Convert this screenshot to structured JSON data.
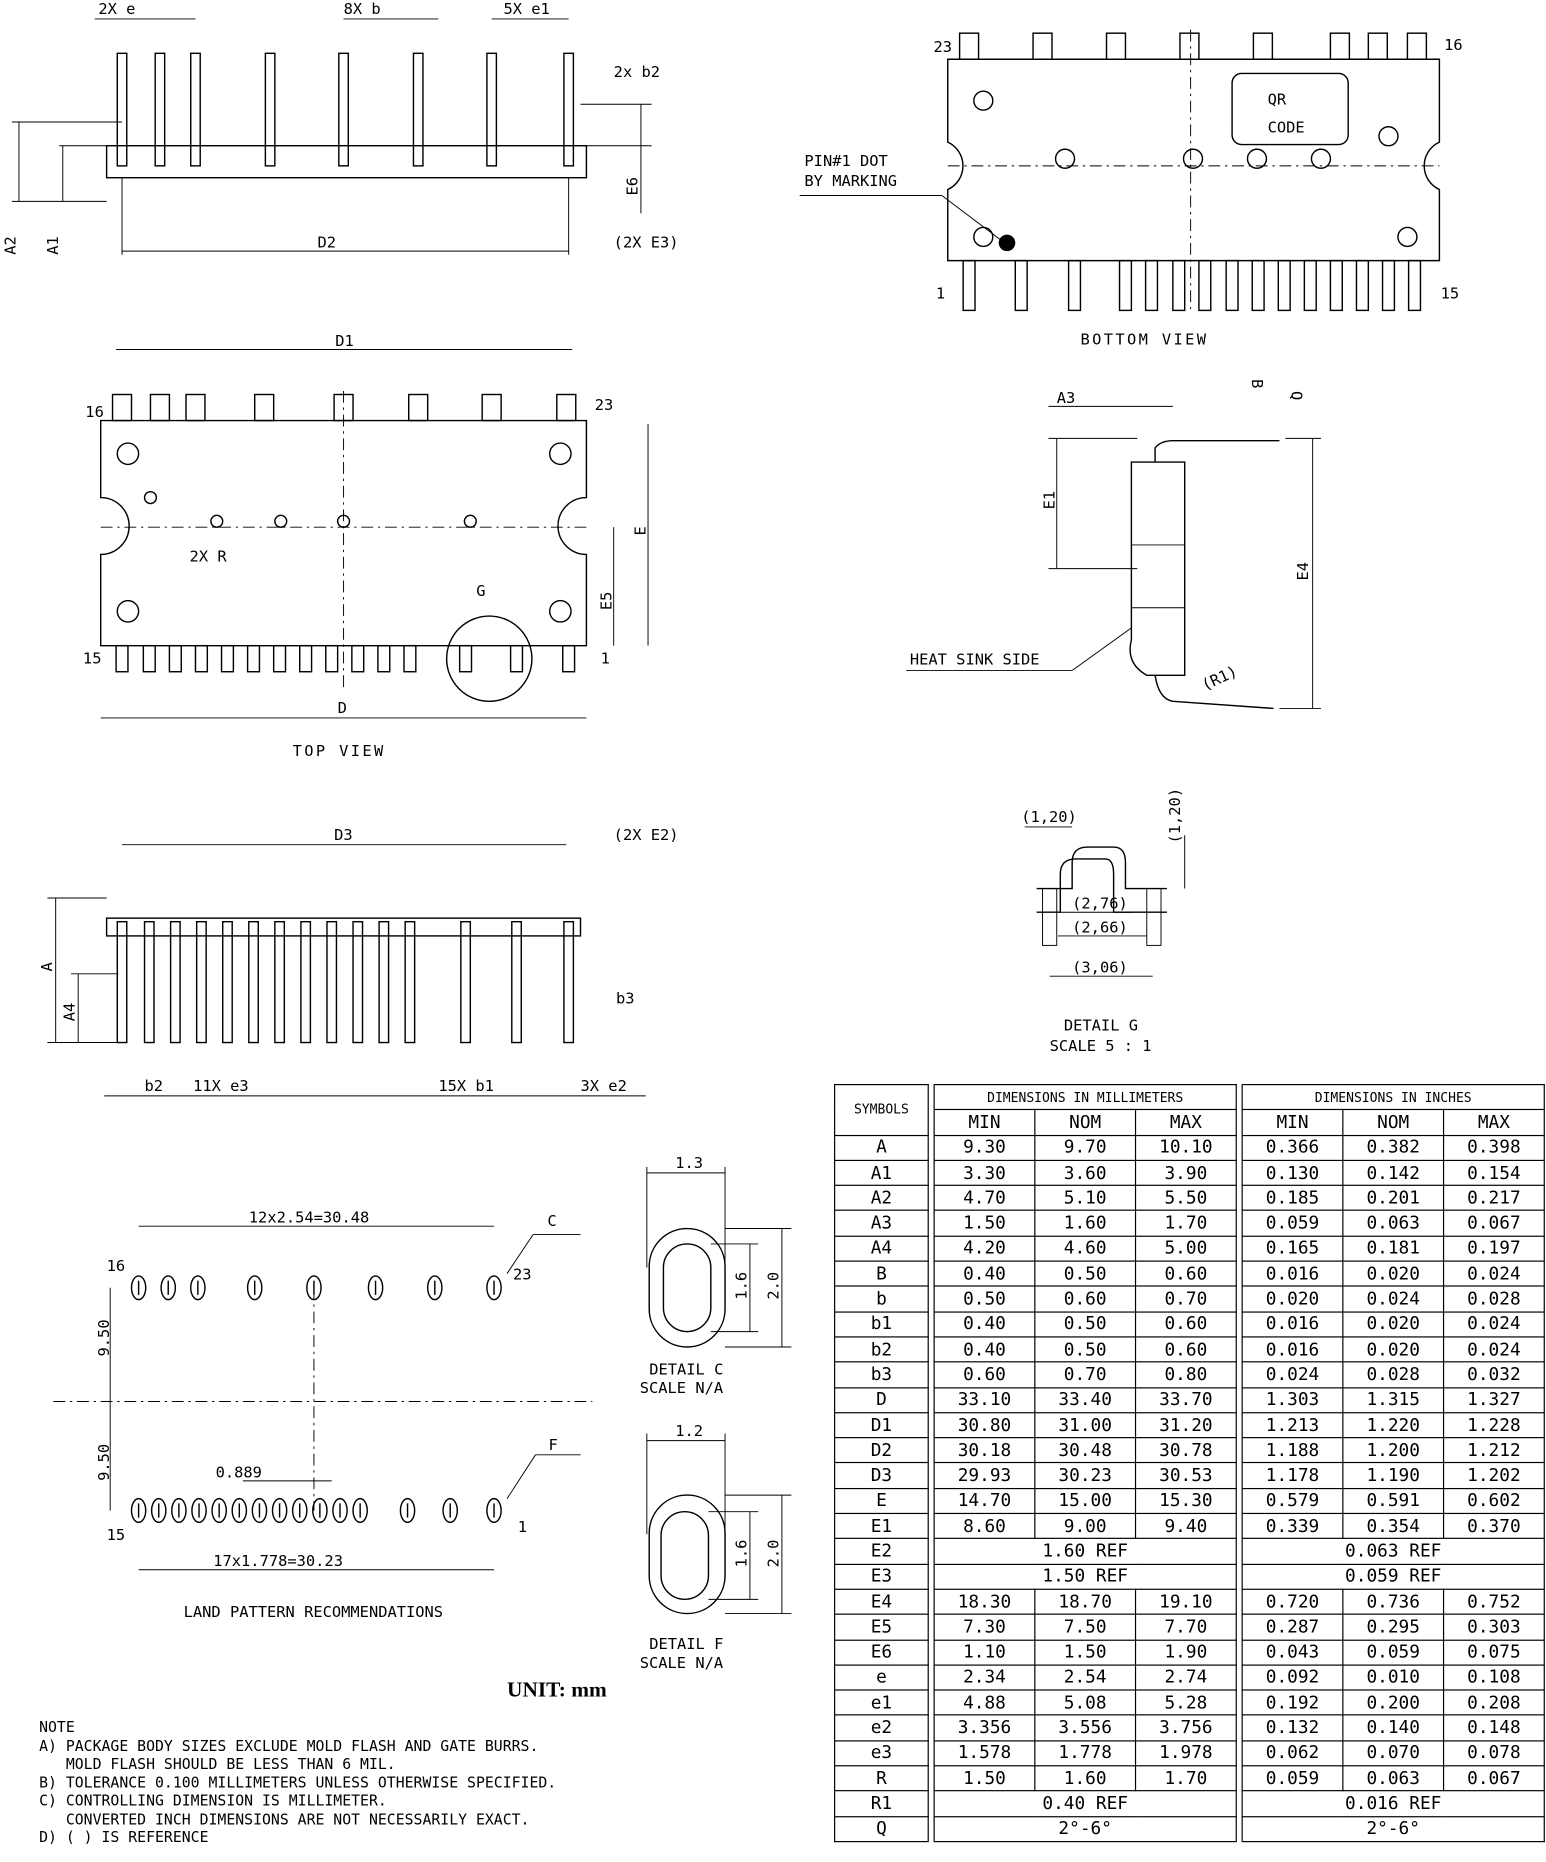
{
  "side_view": {
    "label_2xe": "2X e",
    "label_8xb": "8X b",
    "label_5xe1": "5X e1",
    "label_2xb2": "2x b2",
    "label_e6": "E6",
    "label_a2": "A2",
    "label_a1": "A1",
    "label_d2": "D2",
    "label_2xe3": "(2X E3)"
  },
  "top_view": {
    "label_d1": "D1",
    "pin16": "16",
    "pin23": "23",
    "label_2xr": "2X R",
    "label_e": "E",
    "label_e5": "E5",
    "label_g": "G",
    "pin15": "15",
    "pin1": "1",
    "label_d": "D",
    "title": "TOP VIEW"
  },
  "front_view": {
    "label_d3": "D3",
    "label_2xe2": "(2X E2)",
    "label_a": "A",
    "label_a4": "A4",
    "label_b3": "b3",
    "label_b2": "b2",
    "label_11xe3": "11X e3",
    "label_15xb1": "15X b1",
    "label_3xe2": "3X e2"
  },
  "bottom_view": {
    "pin23": "23",
    "pin16": "16",
    "qr_line1": "QR",
    "qr_line2": "CODE",
    "pin1_line1": "PIN#1 DOT",
    "pin1_line2": "BY MARKING",
    "pin1": "1",
    "pin15": "15",
    "title": "BOTTOM VIEW"
  },
  "end_view": {
    "label_a3": "A3",
    "label_b": "B",
    "label_q": "Q",
    "label_e1": "E1",
    "label_e4": "E4",
    "heat_sink": "HEAT SINK SIDE",
    "label_r1": "(R1)"
  },
  "detail_g": {
    "w1": "(1,20)",
    "h1": "(1,20)",
    "d276": "(2,76)",
    "d266": "(2,66)",
    "d306": "(3,06)",
    "title": "DETAIL G",
    "scale": "SCALE 5 : 1"
  },
  "land_pattern": {
    "top_span": "12x2.54=30.48",
    "callout_c": "C",
    "pin16": "16",
    "pin23": "23",
    "h_top": "9.50",
    "h_bottom": "9.50",
    "offset": "0.889",
    "callout_f": "F",
    "pin15": "15",
    "pin1": "1",
    "bottom_span": "17x1.778=30.23",
    "title": "LAND PATTERN RECOMMENDATIONS"
  },
  "detail_c": {
    "w": "1.3",
    "h1": "1.6",
    "h2": "2.0",
    "title": "DETAIL C",
    "scale": "SCALE N/A"
  },
  "detail_f": {
    "w": "1.2",
    "h1": "1.6",
    "h2": "2.0",
    "title": "DETAIL F",
    "scale": "SCALE N/A"
  },
  "unit": "UNIT: mm",
  "notes": {
    "title": "NOTE",
    "lines": [
      "A) PACKAGE BODY SIZES EXCLUDE MOLD FLASH AND GATE BURRS.",
      "   MOLD FLASH SHOULD BE LESS THAN 6 MIL.",
      "B) TOLERANCE 0.100 MILLIMETERS UNLESS OTHERWISE SPECIFIED.",
      "C) CONTROLLING DIMENSION IS MILLIMETER.",
      "   CONVERTED INCH DIMENSIONS ARE NOT NECESSARILY EXACT.",
      "D) ( ) IS REFERENCE"
    ]
  },
  "table": {
    "symbols_header": "SYMBOLS",
    "mm_header": "DIMENSIONS IN MILLIMETERS",
    "in_header": "DIMENSIONS IN INCHES",
    "cols": [
      "MIN",
      "NOM",
      "MAX"
    ],
    "rows": [
      {
        "s": "A",
        "mm": [
          "9.30",
          "9.70",
          "10.10"
        ],
        "in": [
          "0.366",
          "0.382",
          "0.398"
        ]
      },
      {
        "s": "A1",
        "mm": [
          "3.30",
          "3.60",
          "3.90"
        ],
        "in": [
          "0.130",
          "0.142",
          "0.154"
        ]
      },
      {
        "s": "A2",
        "mm": [
          "4.70",
          "5.10",
          "5.50"
        ],
        "in": [
          "0.185",
          "0.201",
          "0.217"
        ]
      },
      {
        "s": "A3",
        "mm": [
          "1.50",
          "1.60",
          "1.70"
        ],
        "in": [
          "0.059",
          "0.063",
          "0.067"
        ]
      },
      {
        "s": "A4",
        "mm": [
          "4.20",
          "4.60",
          "5.00"
        ],
        "in": [
          "0.165",
          "0.181",
          "0.197"
        ]
      },
      {
        "s": "B",
        "mm": [
          "0.40",
          "0.50",
          "0.60"
        ],
        "in": [
          "0.016",
          "0.020",
          "0.024"
        ]
      },
      {
        "s": "b",
        "mm": [
          "0.50",
          "0.60",
          "0.70"
        ],
        "in": [
          "0.020",
          "0.024",
          "0.028"
        ]
      },
      {
        "s": "b1",
        "mm": [
          "0.40",
          "0.50",
          "0.60"
        ],
        "in": [
          "0.016",
          "0.020",
          "0.024"
        ]
      },
      {
        "s": "b2",
        "mm": [
          "0.40",
          "0.50",
          "0.60"
        ],
        "in": [
          "0.016",
          "0.020",
          "0.024"
        ]
      },
      {
        "s": "b3",
        "mm": [
          "0.60",
          "0.70",
          "0.80"
        ],
        "in": [
          "0.024",
          "0.028",
          "0.032"
        ]
      },
      {
        "s": "D",
        "mm": [
          "33.10",
          "33.40",
          "33.70"
        ],
        "in": [
          "1.303",
          "1.315",
          "1.327"
        ]
      },
      {
        "s": "D1",
        "mm": [
          "30.80",
          "31.00",
          "31.20"
        ],
        "in": [
          "1.213",
          "1.220",
          "1.228"
        ]
      },
      {
        "s": "D2",
        "mm": [
          "30.18",
          "30.48",
          "30.78"
        ],
        "in": [
          "1.188",
          "1.200",
          "1.212"
        ]
      },
      {
        "s": "D3",
        "mm": [
          "29.93",
          "30.23",
          "30.53"
        ],
        "in": [
          "1.178",
          "1.190",
          "1.202"
        ]
      },
      {
        "s": "E",
        "mm": [
          "14.70",
          "15.00",
          "15.30"
        ],
        "in": [
          "0.579",
          "0.591",
          "0.602"
        ]
      },
      {
        "s": "E1",
        "mm": [
          "8.60",
          "9.00",
          "9.40"
        ],
        "in": [
          "0.339",
          "0.354",
          "0.370"
        ]
      },
      {
        "s": "E2",
        "mm_ref": "1.60  REF",
        "in_ref": "0.063  REF"
      },
      {
        "s": "E3",
        "mm_ref": "1.50  REF",
        "in_ref": "0.059  REF"
      },
      {
        "s": "E4",
        "mm": [
          "18.30",
          "18.70",
          "19.10"
        ],
        "in": [
          "0.720",
          "0.736",
          "0.752"
        ]
      },
      {
        "s": "E5",
        "mm": [
          "7.30",
          "7.50",
          "7.70"
        ],
        "in": [
          "0.287",
          "0.295",
          "0.303"
        ]
      },
      {
        "s": "E6",
        "mm": [
          "1.10",
          "1.50",
          "1.90"
        ],
        "in": [
          "0.043",
          "0.059",
          "0.075"
        ]
      },
      {
        "s": "e",
        "mm": [
          "2.34",
          "2.54",
          "2.74"
        ],
        "in": [
          "0.092",
          "0.010",
          "0.108"
        ]
      },
      {
        "s": "e1",
        "mm": [
          "4.88",
          "5.08",
          "5.28"
        ],
        "in": [
          "0.192",
          "0.200",
          "0.208"
        ]
      },
      {
        "s": "e2",
        "mm": [
          "3.356",
          "3.556",
          "3.756"
        ],
        "in": [
          "0.132",
          "0.140",
          "0.148"
        ]
      },
      {
        "s": "e3",
        "mm": [
          "1.578",
          "1.778",
          "1.978"
        ],
        "in": [
          "0.062",
          "0.070",
          "0.078"
        ]
      },
      {
        "s": "R",
        "mm": [
          "1.50",
          "1.60",
          "1.70"
        ],
        "in": [
          "0.059",
          "0.063",
          "0.067"
        ]
      },
      {
        "s": "R1",
        "mm_ref": "0.40  REF",
        "in_ref": "0.016  REF"
      },
      {
        "s": "Q",
        "mm_ref": "2°-6°",
        "in_ref": "2°-6°"
      }
    ]
  }
}
